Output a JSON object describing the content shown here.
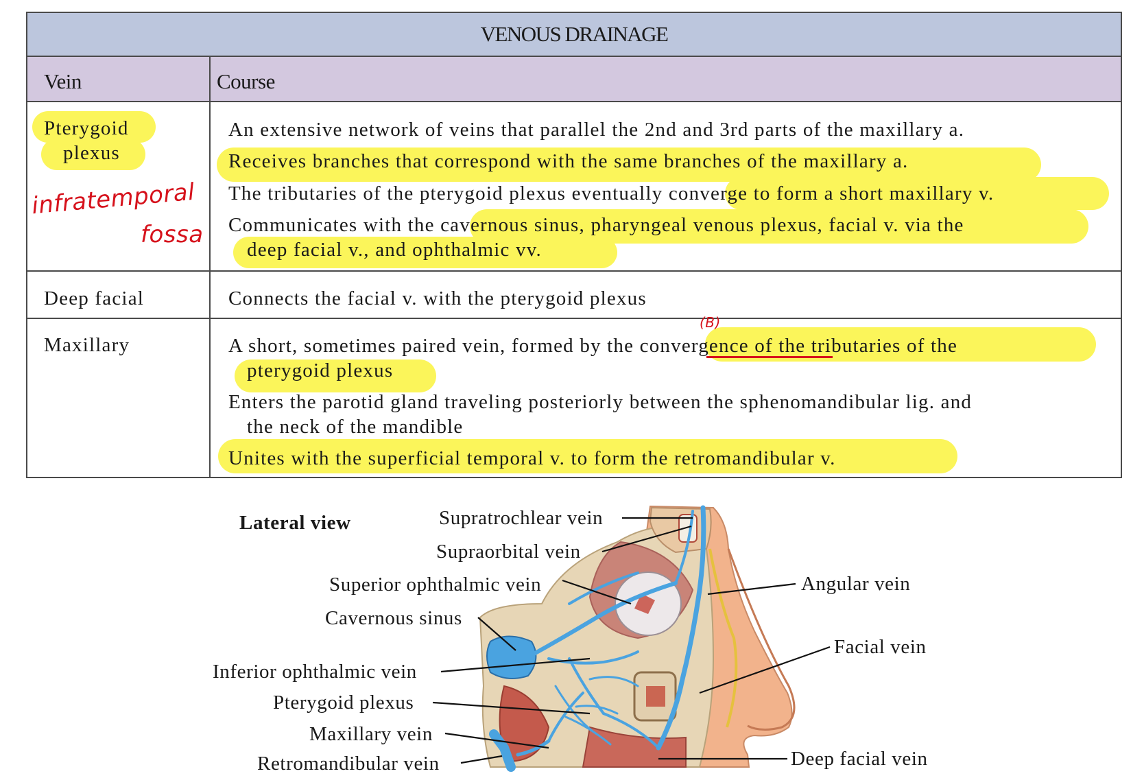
{
  "table": {
    "title": "VENOUS DRAINAGE",
    "headers": {
      "vein": "Vein",
      "course": "Course"
    },
    "rows": [
      {
        "vein_line1": "Pterygoid",
        "vein_line2": "plexus",
        "lines": [
          "An extensive network of veins that parallel the 2nd and 3rd parts of the maxillary a.",
          "Receives branches that correspond with the same branches of the maxillary a.",
          "The tributaries of the pterygoid plexus eventually converge to form a short maxillary v.",
          "Communicates with the cavernous sinus, pharyngeal venous plexus, facial v. via the",
          "deep facial v., and ophthalmic vv."
        ]
      },
      {
        "vein": "Deep facial",
        "lines": [
          "Connects the facial v. with the pterygoid plexus"
        ]
      },
      {
        "vein": "Maxillary",
        "lines": [
          "A short, sometimes paired vein, formed by the convergence of the tributaries of the",
          "pterygoid plexus",
          "Enters the parotid gland traveling posteriorly between the sphenomandibular lig. and",
          "the neck of the mandible",
          "Unites with the superficial temporal v. to form the retromandibular v."
        ]
      }
    ]
  },
  "handwriting": {
    "word1": "infratemporal",
    "word2": "fossa",
    "mark": "(B)"
  },
  "figure": {
    "view_label": "Lateral view",
    "labels": {
      "supratrochlear": "Supratrochlear vein",
      "supraorbital": "Supraorbital vein",
      "superior_ophthalmic": "Superior ophthalmic vein",
      "cavernous_sinus": "Cavernous sinus",
      "inferior_ophthalmic": "Inferior ophthalmic vein",
      "pterygoid_plexus": "Pterygoid plexus",
      "maxillary_vein": "Maxillary vein",
      "retromandibular": "Retromandibular vein",
      "angular": "Angular vein",
      "facial": "Facial vein",
      "deep_facial": "Deep facial vein"
    }
  },
  "colors": {
    "title_bar": "#bcc6dd",
    "header_row": "#d3c8df",
    "highlight": "#fbf55a",
    "annotation_red": "#d6121c",
    "vein_blue": "#4aa3e0"
  }
}
